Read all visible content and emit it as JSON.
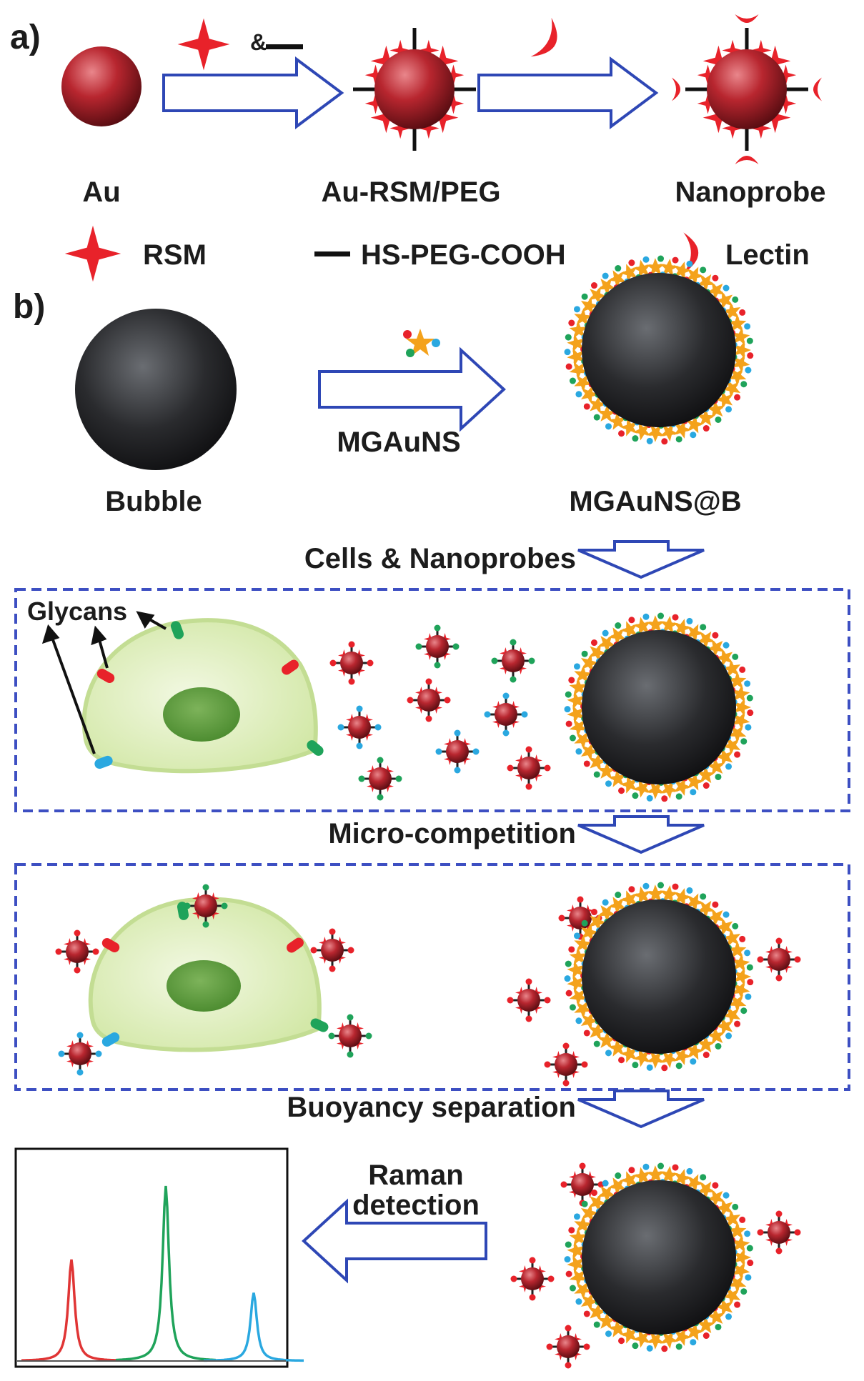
{
  "panel_a": {
    "label": "a)",
    "reagents_label": "&",
    "stages": [
      "Au",
      "Au-RSM/PEG",
      "Nanoprobe"
    ],
    "legend": {
      "rsm": "RSM",
      "peg": "HS-PEG-COOH",
      "lectin": "Lectin"
    }
  },
  "panel_b": {
    "label": "b)",
    "bubble_label": "Bubble",
    "arrow_label": "MGAuNS",
    "coated_label": "MGAuNS@B",
    "step1": "Cells & Nanoprobes",
    "glycans_label": "Glycans",
    "step2": "Micro-competition",
    "step3": "Buoyancy separation",
    "raman_line1": "Raman",
    "raman_line2": "detection"
  },
  "spectrum": {
    "peaks": [
      {
        "color": "#e03535",
        "relative_height": 0.58
      },
      {
        "color": "#1fa35a",
        "relative_height": 1.0
      },
      {
        "color": "#2aa8e0",
        "relative_height": 0.39
      }
    ]
  },
  "colors": {
    "arrow_outline": "#2e47b5",
    "dashed_box": "#3d4fc2",
    "au_red": "#b8262f",
    "rsm_red": "#e8222a",
    "cell_fill": "#dfeec0",
    "nucleus": "#5c9a3c",
    "bubble_dark": "#1e1f22",
    "orange_star": "#f4a21b"
  }
}
